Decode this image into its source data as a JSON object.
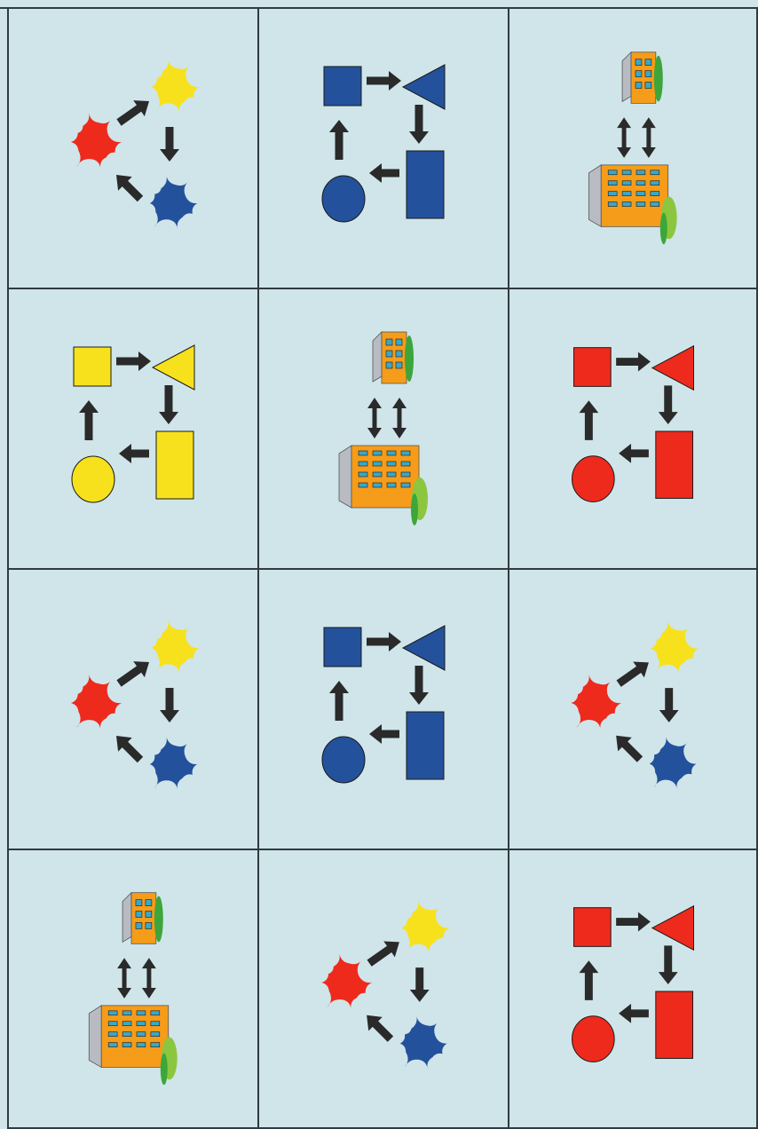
{
  "board": {
    "rows": 4,
    "columns": 3,
    "background_color": "#cfe5ea",
    "grid_line_color": "#2f3b40"
  },
  "palette": {
    "red": "#ee2a1d",
    "yellow": "#f7e11c",
    "blue": "#24519c",
    "arrow": "#2a2a2a",
    "orange": "#f59c1a",
    "grey": "#b8bcc2",
    "green": "#3da63a",
    "window": "#3aa7c8"
  },
  "cards": [
    {
      "row": 1,
      "col": 1,
      "type": "blob-cycle",
      "icon": "color-blobs-cycle-icon",
      "colors": [
        "red",
        "yellow",
        "blue"
      ]
    },
    {
      "row": 1,
      "col": 2,
      "type": "shape-cycle",
      "icon": "shapes-cycle-icon",
      "color": "blue"
    },
    {
      "row": 1,
      "col": 3,
      "type": "buildings",
      "icon": "buildings-exchange-icon"
    },
    {
      "row": 2,
      "col": 1,
      "type": "shape-cycle",
      "icon": "shapes-cycle-icon",
      "color": "yellow"
    },
    {
      "row": 2,
      "col": 2,
      "type": "buildings",
      "icon": "buildings-exchange-icon"
    },
    {
      "row": 2,
      "col": 3,
      "type": "shape-cycle",
      "icon": "shapes-cycle-icon",
      "color": "red"
    },
    {
      "row": 3,
      "col": 1,
      "type": "blob-cycle",
      "icon": "color-blobs-cycle-icon",
      "colors": [
        "red",
        "yellow",
        "blue"
      ]
    },
    {
      "row": 3,
      "col": 2,
      "type": "shape-cycle",
      "icon": "shapes-cycle-icon",
      "color": "blue"
    },
    {
      "row": 3,
      "col": 3,
      "type": "blob-cycle",
      "icon": "color-blobs-cycle-icon",
      "colors": [
        "red",
        "yellow",
        "blue"
      ]
    },
    {
      "row": 4,
      "col": 1,
      "type": "buildings",
      "icon": "buildings-exchange-icon"
    },
    {
      "row": 4,
      "col": 2,
      "type": "blob-cycle",
      "icon": "color-blobs-cycle-icon",
      "colors": [
        "red",
        "yellow",
        "blue"
      ]
    },
    {
      "row": 4,
      "col": 3,
      "type": "shape-cycle",
      "icon": "shapes-cycle-icon",
      "color": "red"
    }
  ]
}
